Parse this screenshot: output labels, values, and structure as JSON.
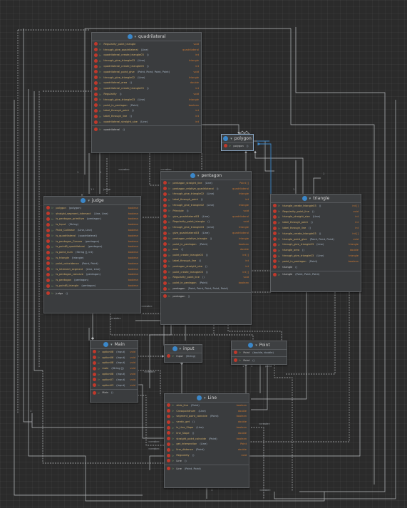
{
  "classes": {
    "quadrilateral": {
      "name": "quadrilateral",
      "rows": [
        {
          "name": "Regularity_point_triangle",
          "params": "",
          "type": "void"
        },
        {
          "name": "through_give_quadrilateral",
          "params": "(Line)",
          "type": "quadrilateral"
        },
        {
          "name": "quadrilateral_create_triangle03",
          "params": "()",
          "type": "int"
        },
        {
          "name": "through_give_triangle03",
          "params": "(Line)",
          "type": "triangle"
        },
        {
          "name": "quadrilateral_create_triangle03",
          "params": "()",
          "type": "int"
        },
        {
          "name": "quadrilateral_point_give",
          "params": "(Point, Point, Point, Point)",
          "type": "void"
        },
        {
          "name": "through_give_triangle02",
          "params": "(Line)",
          "type": "triangle"
        },
        {
          "name": "quadrilateral_area",
          "params": "()",
          "type": "double"
        },
        {
          "name": "quadrilateral_create_triangle03",
          "params": "()",
          "type": "int"
        },
        {
          "name": "Regularity",
          "params": "()",
          "type": "void"
        },
        {
          "name": "through_give_triangle03",
          "params": "(Line)",
          "type": "triangle"
        },
        {
          "name": "point_in_pentagon",
          "params": "(Point)",
          "type": "boolean"
        },
        {
          "name": "label_through_point",
          "params": "()",
          "type": "int"
        },
        {
          "name": "label_through_line",
          "params": "()",
          "type": "int"
        },
        {
          "name": "quadrilateral_straight_size",
          "params": "(Line)",
          "type": "int"
        },
        {
          "name": "quadrilateral",
          "params": "()",
          "type": ""
        }
      ]
    },
    "polygon": {
      "name": "polygon",
      "rows": [
        {
          "name": "polygon",
          "params": "()",
          "type": ""
        }
      ]
    },
    "pentagon": {
      "name": "pentagon",
      "rows": [
        {
          "name": "pentagon_straight_line",
          "params": "(Line)",
          "type": "Point []"
        },
        {
          "name": "pentagon_relative_quadrilateral",
          "params": "()",
          "type": "quadrilateral"
        },
        {
          "name": "through_give_triangle02",
          "params": "(Line)",
          "type": "triangle"
        },
        {
          "name": "label_through_point",
          "params": "()",
          "type": "int"
        },
        {
          "name": "through_give_triangle02",
          "params": "(Line)",
          "type": "triangle"
        },
        {
          "name": "Principle",
          "params": "()",
          "type": "void"
        },
        {
          "name": "give_quadrilateral03",
          "params": "(Line)",
          "type": "quadrilateral"
        },
        {
          "name": "Regularity_point_triangle",
          "params": "()",
          "type": "void"
        },
        {
          "name": "through_give_triangle03",
          "params": "(Line)",
          "type": "triangle"
        },
        {
          "name": "give_quadrilateral03",
          "params": "(Line)",
          "type": "quadrilateral"
        },
        {
          "name": "pentagon_relative_triangle",
          "params": "()",
          "type": "triangle"
        },
        {
          "name": "point_in_pentagon",
          "params": "(Point)",
          "type": "boolean"
        },
        {
          "name": "area",
          "params": "()",
          "type": "double"
        },
        {
          "name": "point_create_triangle03",
          "params": "()",
          "type": "int []"
        },
        {
          "name": "label_through_line",
          "params": "()",
          "type": "int"
        },
        {
          "name": "pentagon_straight_size",
          "params": "()",
          "type": "int"
        },
        {
          "name": "point_create_triangle03",
          "params": "()",
          "type": "int []"
        },
        {
          "name": "Regularity_point_line",
          "params": "()",
          "type": "void"
        },
        {
          "name": "point_in_pentagon",
          "params": "(Point)",
          "type": "boolean"
        },
        {
          "name": "pentagon",
          "params": "(Point, Point, Point, Point, Point)",
          "type": ""
        },
        {
          "name": "pentagon",
          "params": "()",
          "type": ""
        }
      ]
    },
    "triangle": {
      "name": "triangle",
      "rows": [
        {
          "name": "triangle_create_triangle03",
          "params": "()",
          "type": "int []"
        },
        {
          "name": "Regularity_point_line",
          "params": "()",
          "type": "void"
        },
        {
          "name": "triangle_straight_size",
          "params": "(Line)",
          "type": "int"
        },
        {
          "name": "label_through_point",
          "params": "()",
          "type": "int"
        },
        {
          "name": "label_through_line",
          "params": "()",
          "type": "int"
        },
        {
          "name": "triangle_create_triangle03",
          "params": "()",
          "type": "int []"
        },
        {
          "name": "triangle_point_give",
          "params": "(Point, Point, Point)",
          "type": "void"
        },
        {
          "name": "through_give_triangle03",
          "params": "(Line)",
          "type": "triangle"
        },
        {
          "name": "triangle_area",
          "params": "()",
          "type": "double"
        },
        {
          "name": "through_give_triangle03",
          "params": "(Line)",
          "type": "triangle"
        },
        {
          "name": "point_in_pentagon",
          "params": "(Point)",
          "type": "boolean"
        },
        {
          "name": "triangle",
          "params": "()",
          "type": ""
        },
        {
          "name": "triangle",
          "params": "(Point, Point, Point)",
          "type": ""
        }
      ]
    },
    "judge": {
      "name": "judge",
      "rows": [
        {
          "name": "polygon",
          "params": "(polygon)",
          "type": "boolean"
        },
        {
          "name": "straight_segment_intersect",
          "params": "(Line, Line)",
          "type": "boolean"
        },
        {
          "name": "is_pentagon_primitive",
          "params": "(pentagon)",
          "type": "boolean"
        },
        {
          "name": "is_Input",
          "params": "(String)",
          "type": "boolean"
        },
        {
          "name": "Point_Collinear",
          "params": "(Line, Line)",
          "type": "boolean"
        },
        {
          "name": "is_quadrilateral",
          "params": "(quadrilateral)",
          "type": "boolean"
        },
        {
          "name": "is_pentagon_Convex",
          "params": "(pentagon)",
          "type": "boolean"
        },
        {
          "name": "is_pointB_quadrilateral",
          "params": "(pentagon)",
          "type": "boolean"
        },
        {
          "name": "is_point_num",
          "params": "(String [], int)",
          "type": "boolean"
        },
        {
          "name": "is_triangle",
          "params": "(triangle)",
          "type": "boolean"
        },
        {
          "name": "point_coincidence",
          "params": "(Point, Point)",
          "type": "boolean"
        },
        {
          "name": "is_intersect_segment",
          "params": "(Line, Line)",
          "type": "boolean"
        },
        {
          "name": "is_pentagon_concave",
          "params": "(pentagon)",
          "type": "boolean"
        },
        {
          "name": "is_pentagon",
          "params": "(pentagon)",
          "type": "boolean"
        },
        {
          "name": "is_pointB_triangle",
          "params": "(pentagon)",
          "type": "boolean"
        },
        {
          "name": "judge",
          "params": "()",
          "type": ""
        }
      ]
    },
    "main": {
      "name": "Main",
      "rows": [
        {
          "name": "option08",
          "params": "(Input)",
          "type": "void"
        },
        {
          "name": "option06",
          "params": "(Input)",
          "type": "void"
        },
        {
          "name": "option08",
          "params": "(Input)",
          "type": "void"
        },
        {
          "name": "main",
          "params": "(String [])",
          "type": "void"
        },
        {
          "name": "option08",
          "params": "(Input)",
          "type": "void"
        },
        {
          "name": "option07",
          "params": "(Input)",
          "type": "void"
        },
        {
          "name": "option03",
          "params": "(Input)",
          "type": "void"
        },
        {
          "name": "Main",
          "params": "()",
          "type": ""
        }
      ]
    },
    "input": {
      "name": "input",
      "rows": [
        {
          "name": "Input",
          "params": "(String)",
          "type": ""
        }
      ]
    },
    "point": {
      "name": "Point",
      "rows": [
        {
          "name": "Point",
          "params": "(double, double)",
          "type": ""
        },
        {
          "name": "Point",
          "params": "()",
          "type": ""
        }
      ]
    },
    "line": {
      "name": "Line",
      "rows": [
        {
          "name": "slide_line",
          "params": "(Point)",
          "type": "boolean"
        },
        {
          "name": "Crosspointnum",
          "params": "(Line)",
          "type": "double"
        },
        {
          "name": "segment_point_coincide",
          "params": "(Point)",
          "type": "boolean"
        },
        {
          "name": "verdic_get",
          "params": "()",
          "type": "double"
        },
        {
          "name": "is_Line_Slope",
          "params": "(Line)",
          "type": "boolean"
        },
        {
          "name": "line_Slope",
          "params": "()",
          "type": "double"
        },
        {
          "name": "straight_point_coincide",
          "params": "(Point)",
          "type": "boolean"
        },
        {
          "name": "get_intersection",
          "params": "(Line)",
          "type": "Point"
        },
        {
          "name": "line_distance",
          "params": "(Point)",
          "type": "double"
        },
        {
          "name": "Regularity",
          "params": "()",
          "type": "void"
        },
        {
          "name": "Line",
          "params": "()",
          "type": ""
        },
        {
          "name": "Line",
          "params": "(Point, Point)",
          "type": ""
        }
      ]
    }
  },
  "labels": {
    "create": "«create»",
    "one": "1",
    "one_star": "1 *",
    "line_star": "Line *",
    "judge_rel": "judge",
    "point_lbl": "point",
    "input_lbl": "input"
  },
  "colors": {
    "background": "#2b2b2b",
    "class_fill": "#3a3c3e",
    "class_icon": "#3b87c9",
    "method_icon": "#c0392b",
    "edge": "#b9bcbf",
    "edge_blue": "#3b87c9"
  },
  "icons": {
    "class": "class-c-icon",
    "method": "method-m-icon",
    "visibility": "public-visibility-icon"
  }
}
